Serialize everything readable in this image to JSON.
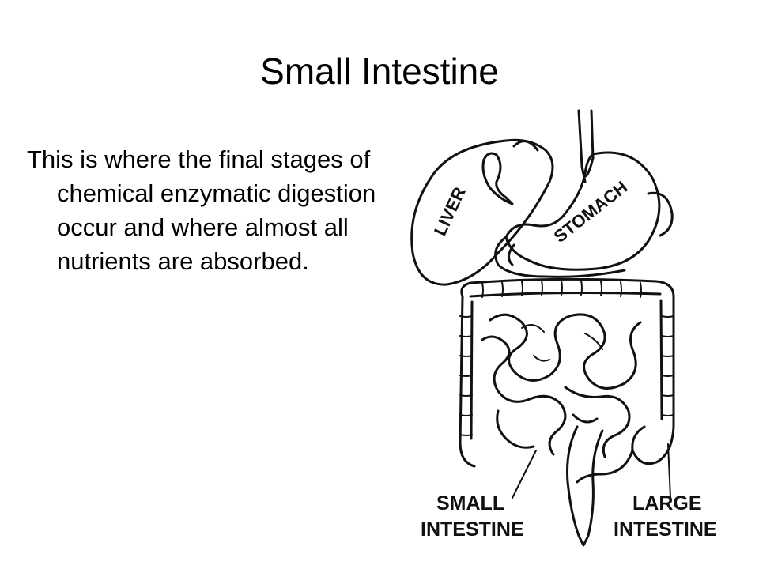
{
  "slide": {
    "title": "Small Intestine",
    "body": "This is where the final stages of chemical enzymatic digestion occur and where almost all nutrients are absorbed."
  },
  "diagram": {
    "labels": {
      "liver": "LIVER",
      "stomach": "STOMACH",
      "small_intestine_line1": "SMALL",
      "small_intestine_line2": "INTESTINE",
      "large_intestine_line1": "LARGE",
      "large_intestine_line2": "INTESTINE"
    },
    "stroke_color": "#111111"
  }
}
